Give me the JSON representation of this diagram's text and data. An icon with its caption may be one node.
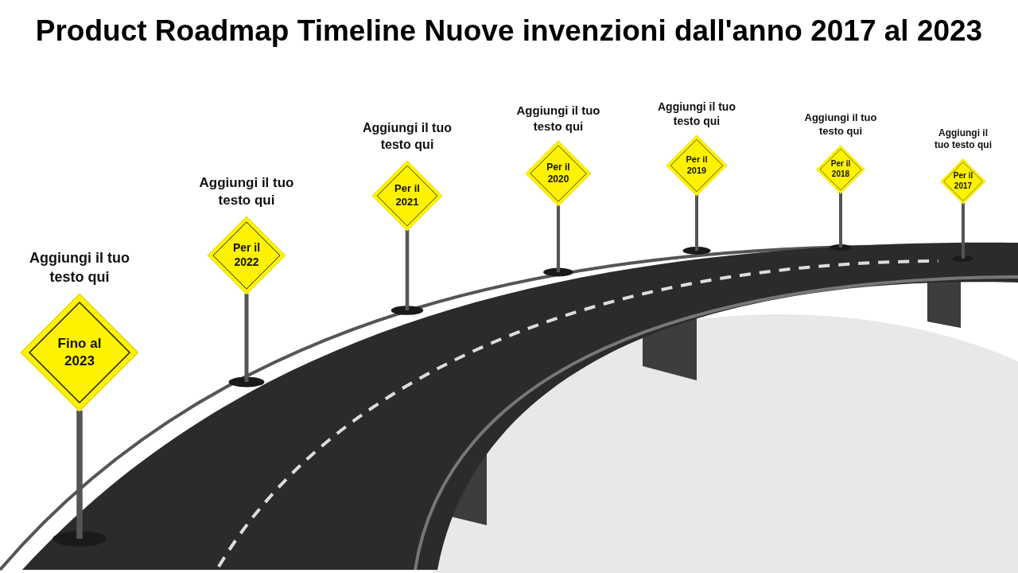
{
  "diagram": {
    "title": "Product Roadmap Timeline Nuove invenzioni dall'anno 2017 al 2023",
    "nodes": [
      {
        "text": [
          "Aggiungi il tuo testo qui",
          "Fino al 2023"
        ]
      },
      {
        "text": [
          "Aggiungi il tuo testo qui",
          "Per il 2022"
        ]
      },
      {
        "text": [
          "Aggiungi il tuo testo qui",
          "Per il 2021"
        ]
      },
      {
        "text": [
          "Aggiungi il tuo testo qui",
          "Per il 2020"
        ]
      },
      {
        "text": [
          "Aggiungi il tuo testo qui",
          "Per il 2019"
        ]
      },
      {
        "text": [
          "Aggiungi il tuo testo qui",
          "Per il 2018"
        ]
      },
      {
        "text": [
          "Aggiungi il tuo testo qui",
          "Per il 2017"
        ]
      }
    ],
    "edges": []
  }
}
